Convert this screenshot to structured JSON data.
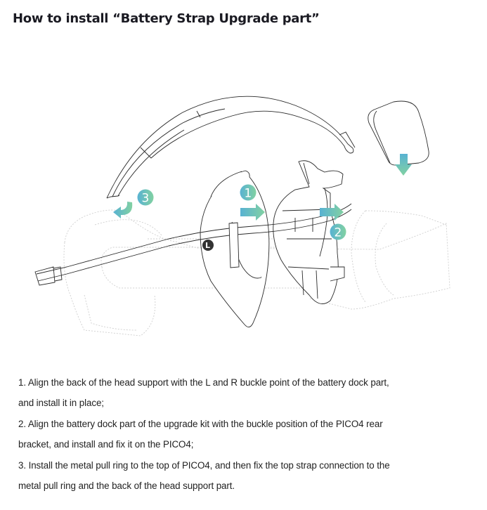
{
  "document": {
    "title": "How to install “Battery Strap Upgrade part”"
  },
  "figure": {
    "description": "Exploded installation diagram of a battery strap upgrade on a PICO4 headset",
    "badges": [
      {
        "label": "1",
        "meaning": "step-1-attach-head-support"
      },
      {
        "label": "2",
        "meaning": "step-2-attach-battery-dock"
      },
      {
        "label": "3",
        "meaning": "step-3-attach-top-strap"
      }
    ],
    "side_marker": "L",
    "colors": {
      "accent_start": "#58b2d2",
      "accent_end": "#82d1a2",
      "line": "#2a2a2a",
      "ghost_line": "#c8c8c8",
      "marker_dark": "#333333"
    }
  },
  "instructions": {
    "lines": [
      "1. Align the back of the head support with the L and R buckle point of the battery dock part,",
      "and install it in place;",
      "2. Align the battery dock part of the upgrade kit with the buckle position of the PICO4 rear",
      "bracket, and install and fix it on the PICO4;",
      "3. Install the metal pull ring to the top of PICO4, and then fix the top strap connection to the",
      "metal pull ring and the back of the head support part."
    ]
  }
}
